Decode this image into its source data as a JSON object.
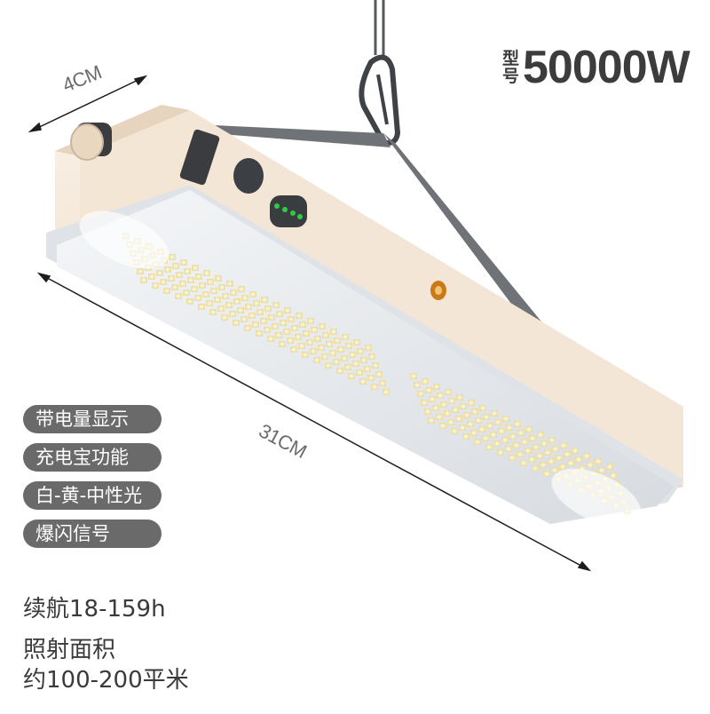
{
  "model": {
    "prefix": [
      "型",
      "号"
    ],
    "value": "50000W"
  },
  "dimensions": {
    "width": "4CM",
    "length": "31CM"
  },
  "features": [
    "带电量显示",
    "充电宝功能",
    "白-黄-中性光",
    "爆闪信号"
  ],
  "runtime": "续航18-159h",
  "coverage": {
    "title": "照射面积",
    "value": "约100-200平米"
  },
  "colors": {
    "badge_bg": "#6a6a6a",
    "body": "#f5e8d8",
    "strap": "#6f7378",
    "led_warm": "#f3e9b5",
    "indicator": "#2ecc40"
  }
}
